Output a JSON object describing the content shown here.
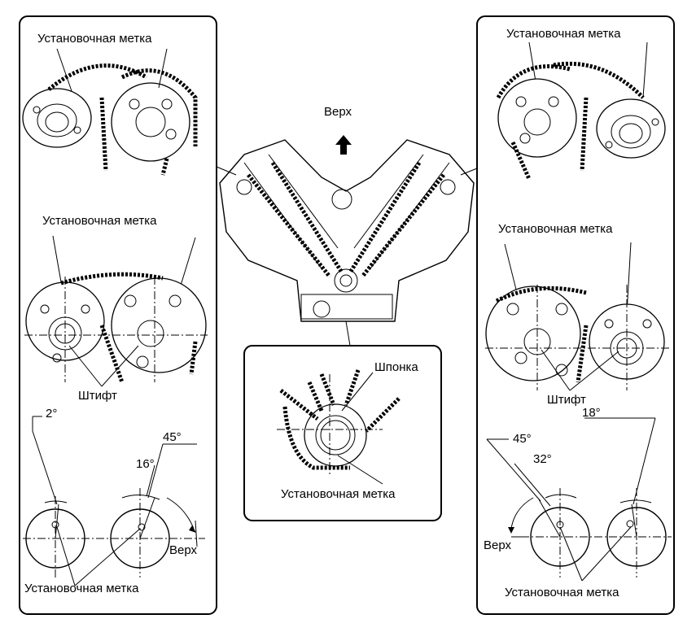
{
  "labels": {
    "top": "Верх",
    "up_left": "Верх",
    "up_right": "Верх",
    "mark": "Установочная метка",
    "pin": "Штифт",
    "key": "Шпонка",
    "angle_left_2": "2°",
    "angle_left_16": "16°",
    "angle_left_45": "45°",
    "angle_right_18": "18°",
    "angle_right_32": "32°",
    "angle_right_45": "45°"
  },
  "colors": {
    "line": "#000000",
    "background": "#ffffff"
  },
  "icons": {
    "up_arrow": "up-arrow-icon"
  }
}
